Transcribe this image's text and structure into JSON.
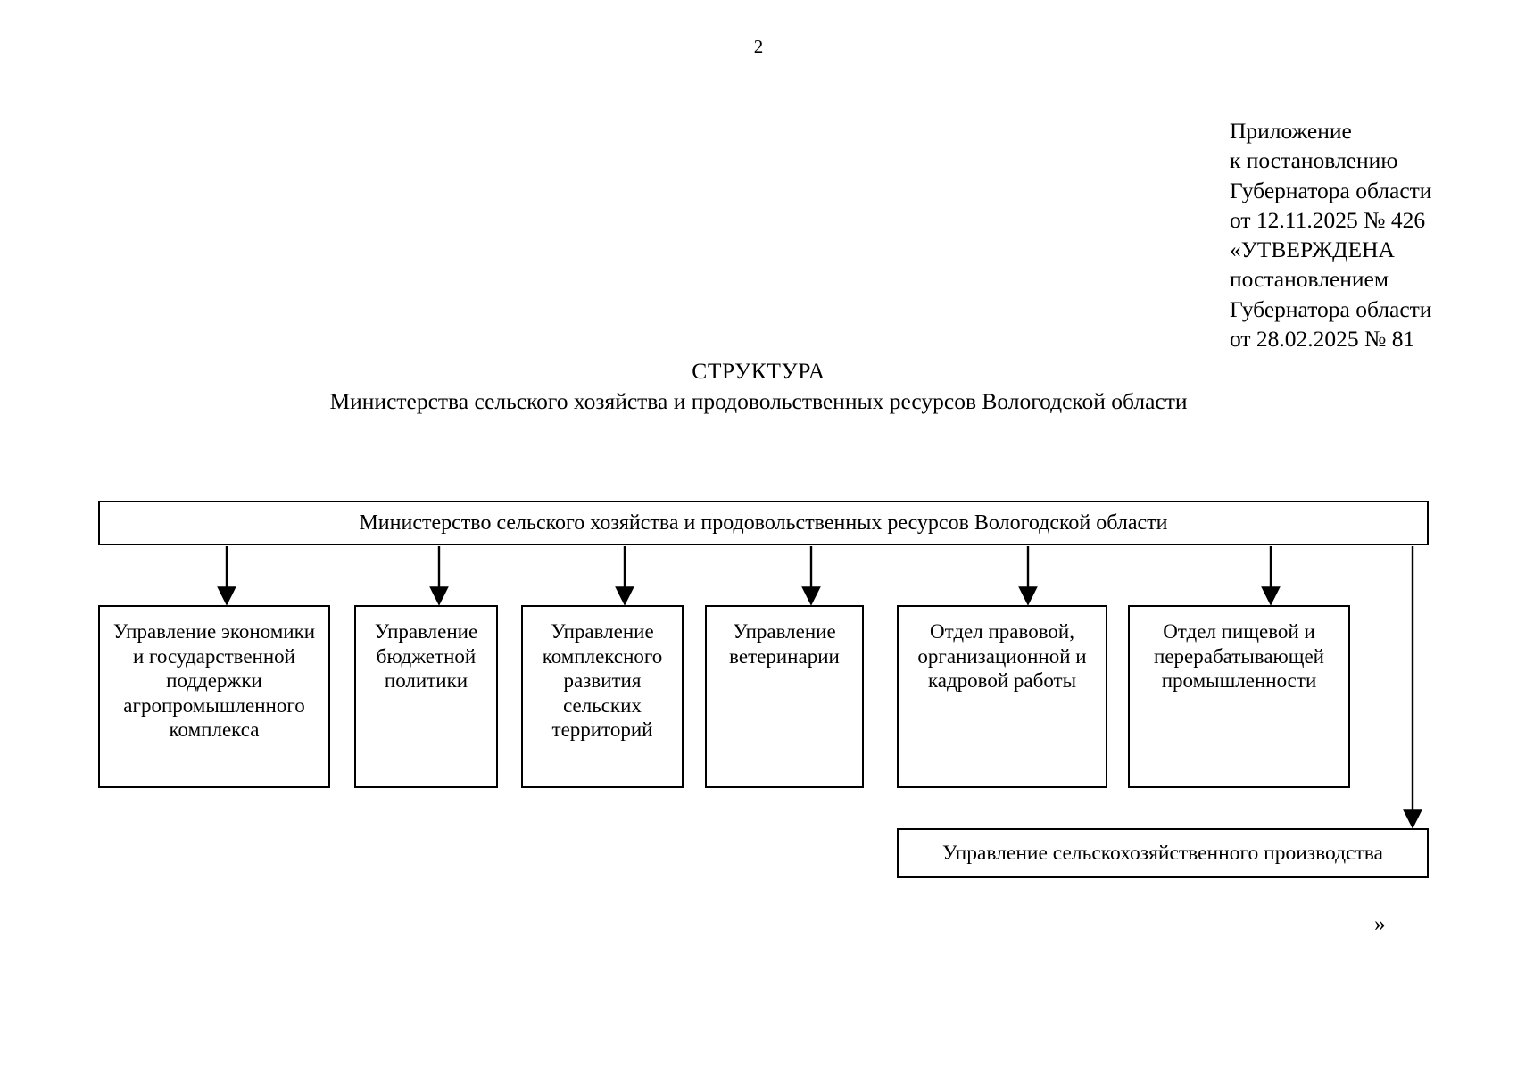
{
  "document": {
    "page_number": "2",
    "close_quote": "»"
  },
  "appendix": {
    "lines": [
      "Приложение",
      "к постановлению",
      "Губернатора области",
      "от 12.11.2025 № 426",
      "«УТВЕРЖДЕНА",
      "постановлением",
      "Губернатора области",
      "от 28.02.2025 № 81"
    ]
  },
  "title": {
    "heading": "СТРУКТУРА",
    "subheading": "Министерства сельского хозяйства и продовольственных ресурсов Вологодской области"
  },
  "chart_data": {
    "type": "diagram",
    "title": "СТРУКТУРА Министерства сельского хозяйства и продовольственных ресурсов Вологодской области",
    "root": {
      "id": "ministry",
      "label": "Министерство сельского хозяйства и продовольственных ресурсов Вологодской области"
    },
    "children": [
      {
        "id": "dept-economics",
        "label": "Управление экономики и государственной поддержки агропромышленного комплекса"
      },
      {
        "id": "dept-budget",
        "label": "Управление бюджетной политики"
      },
      {
        "id": "dept-rural",
        "label": "Управление комплексного развития сельских территорий"
      },
      {
        "id": "dept-veterinary",
        "label": "Управление ветеринарии"
      },
      {
        "id": "dept-legal",
        "label": "Отдел правовой, организационной и кадровой работы"
      },
      {
        "id": "dept-food",
        "label": "Отдел пищевой и перерабатывающей промышленности"
      },
      {
        "id": "dept-agroproduction",
        "label": "Управление сельскохозяйственного производства"
      }
    ],
    "edges": [
      {
        "from": "ministry",
        "to": "dept-economics"
      },
      {
        "from": "ministry",
        "to": "dept-budget"
      },
      {
        "from": "ministry",
        "to": "dept-rural"
      },
      {
        "from": "ministry",
        "to": "dept-veterinary"
      },
      {
        "from": "ministry",
        "to": "dept-legal"
      },
      {
        "from": "ministry",
        "to": "dept-food"
      },
      {
        "from": "ministry",
        "to": "dept-agroproduction"
      }
    ],
    "colors": {
      "line": "#000000",
      "box_fill": "#ffffff",
      "text": "#000000"
    }
  }
}
